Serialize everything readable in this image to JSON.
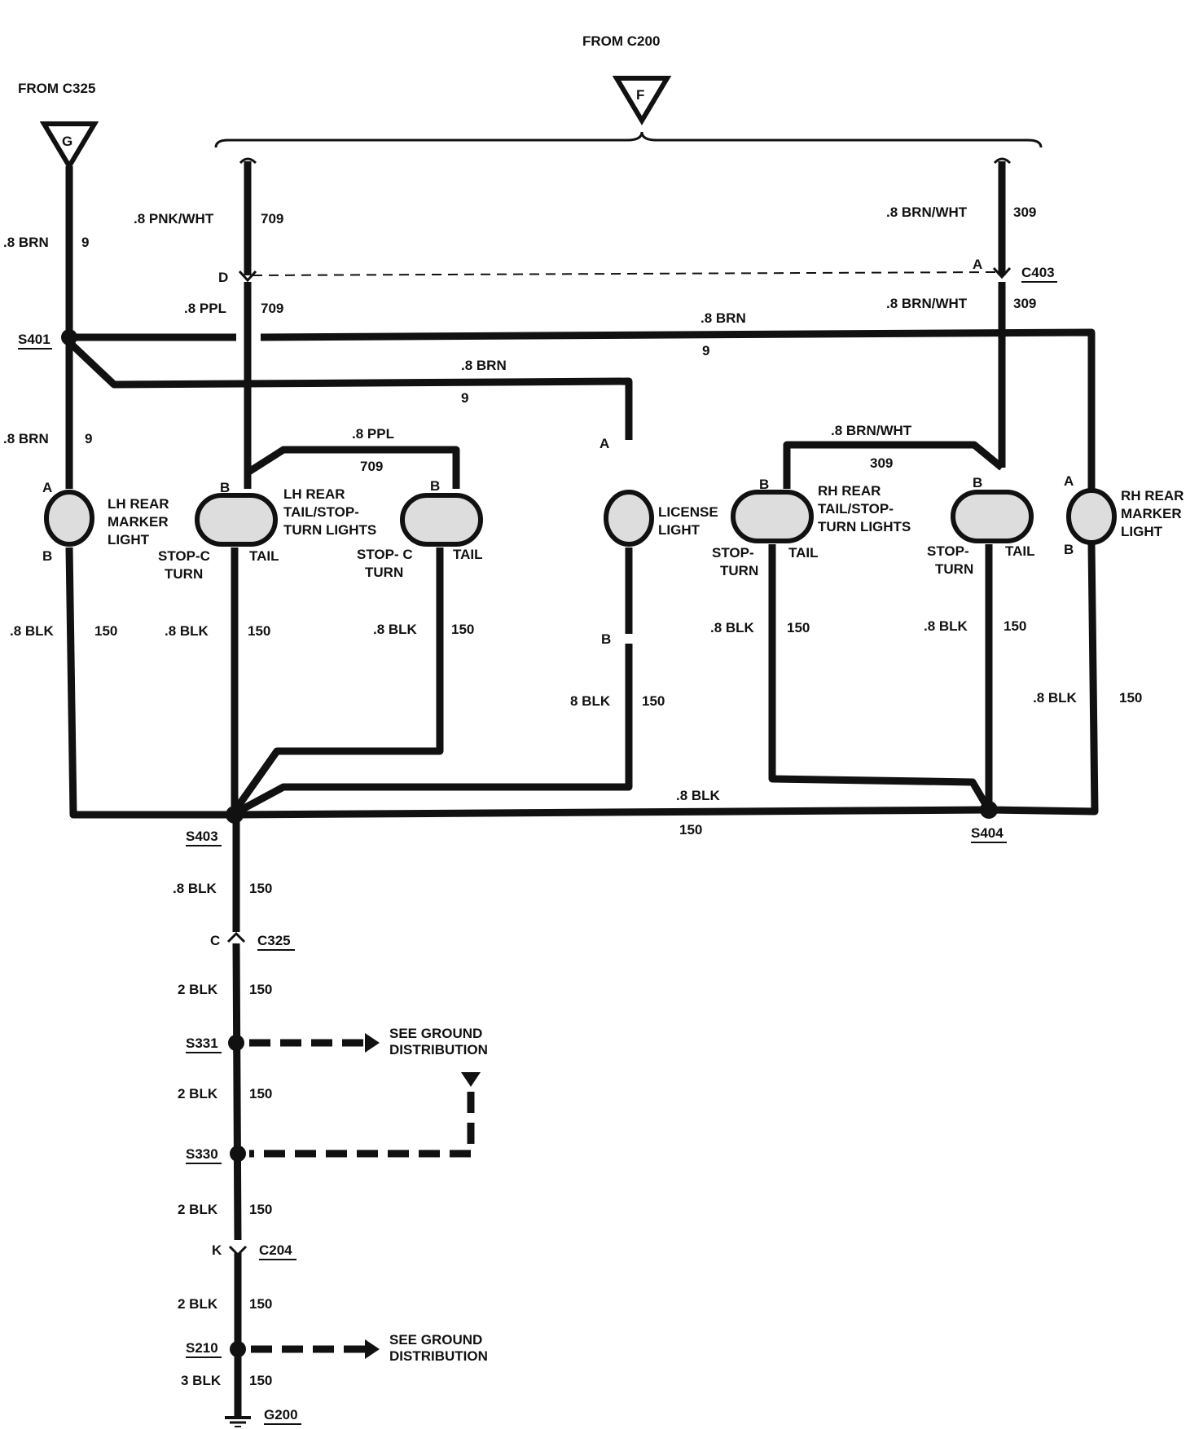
{
  "sources": {
    "from_c200": "FROM C200",
    "from_c325": "FROM C325",
    "triangle_f": "F",
    "triangle_g": "G"
  },
  "wires": {
    "brn": ".8 BRN",
    "brn_num": "9",
    "pnk_wht": ".8 PNK/WHT",
    "ppl": ".8 PPL",
    "ppl_num": "709",
    "brn_wht": ".8 BRN/WHT",
    "brn_wht_num": "309",
    "blk": ".8 BLK",
    "blk_alt": "8 BLK",
    "blk_num": "150",
    "blk2": "2 BLK",
    "blk3": "3 BLK"
  },
  "connectors": {
    "c403": "C403",
    "c325": "C325",
    "c204": "C204"
  },
  "pins": {
    "a": "A",
    "b": "B",
    "c": "C",
    "d": "D",
    "k": "K"
  },
  "splices": {
    "s401": "S401",
    "s403": "S403",
    "s404": "S404",
    "s331": "S331",
    "s330": "S330",
    "s210": "S210"
  },
  "ground": {
    "g200": "G200"
  },
  "components": {
    "lh_marker": [
      "LH REAR",
      "MARKER",
      "LIGHT"
    ],
    "lh_tail": [
      "LH REAR",
      "TAIL/STOP-",
      "TURN LIGHTS"
    ],
    "license": [
      "LICENSE",
      "LIGHT"
    ],
    "rh_tail": [
      "RH REAR",
      "TAIL/STOP-",
      "TURN LIGHTS"
    ],
    "rh_marker": [
      "RH REAR",
      "MARKER",
      "LIGHT"
    ]
  },
  "terminals": {
    "stop_c": "STOP- C",
    "stop_c2": "STOP-C",
    "stop": "STOP-",
    "turn": "TURN",
    "tail": "TAIL"
  },
  "ground_dist": [
    "SEE GROUND",
    "DISTRIBUTION"
  ]
}
